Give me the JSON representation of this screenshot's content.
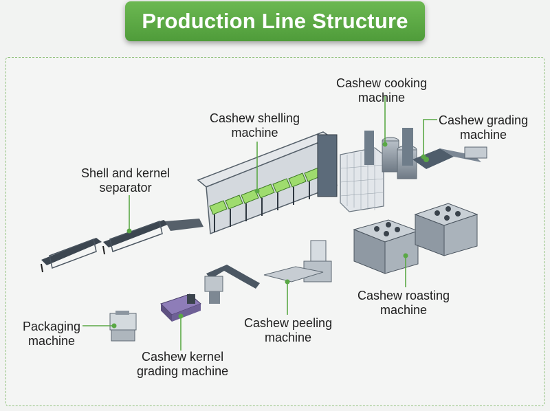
{
  "title": "Production Line Structure",
  "colors": {
    "banner": "#5aa845",
    "accent_green": "#4caf50",
    "machine_gray": "#8c96a0",
    "dashed_border": "#8fc07a"
  },
  "labels": {
    "cooking": [
      "Cashew cooking",
      "machine"
    ],
    "grading": [
      "Cashew grading",
      "machine"
    ],
    "shelling": [
      "Cashew shelling",
      "machine"
    ],
    "separator": [
      "Shell and kernel",
      "separator"
    ],
    "roasting": [
      "Cashew roasting",
      "machine"
    ],
    "peeling": [
      "Cashew peeling",
      "machine"
    ],
    "kernel_grading": [
      "Cashew kernel",
      "grading machine"
    ],
    "packaging": [
      "Packaging",
      "machine"
    ]
  }
}
